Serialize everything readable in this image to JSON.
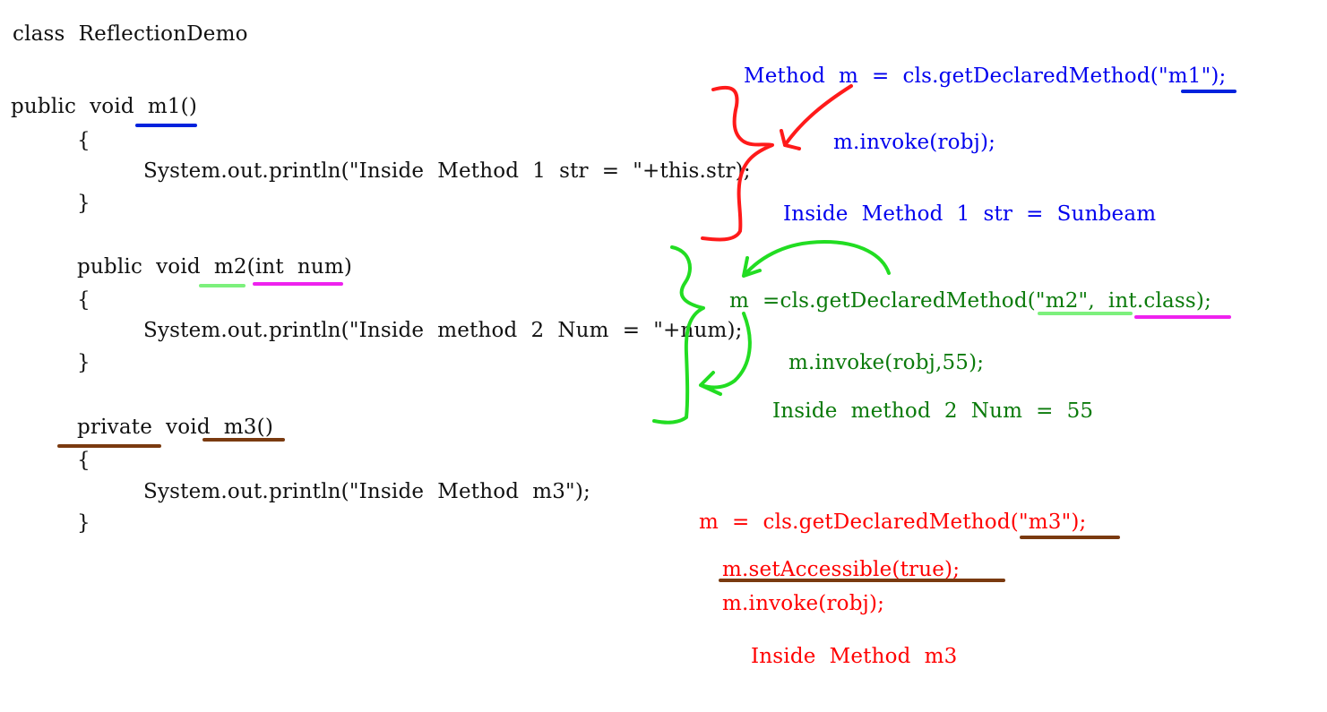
{
  "code": {
    "class_line": "class  ReflectionDemo",
    "m1": {
      "signature": "public  void  m1()",
      "open_brace": "{",
      "body": "System.out.println(\"Inside  Method  1  str  =  \"+this.str);",
      "close_brace": "}"
    },
    "m2": {
      "signature": "public  void  m2(int  num)",
      "open_brace": "{",
      "body": "System.out.println(\"Inside  method  2  Num  =  \"+num);",
      "close_brace": "}"
    },
    "m3": {
      "signature": "private  void  m3()",
      "open_brace": "{",
      "body": "System.out.println(\"Inside  Method  m3\");",
      "close_brace": "}"
    }
  },
  "notes": {
    "m1": {
      "get": "Method  m  =  cls.getDeclaredMethod(\"m1\");",
      "invoke": "m.invoke(robj);",
      "output": "Inside  Method  1  str  =  Sunbeam",
      "color": "#0000ee"
    },
    "m2": {
      "get": "m  =cls.getDeclaredMethod(\"m2\",  int.class);",
      "invoke": "m.invoke(robj,55);",
      "output": "Inside  method  2  Num  =  55",
      "color": "#0a7a0a"
    },
    "m3": {
      "get": "m  =  cls.getDeclaredMethod(\"m3\");",
      "set_accessible": "m.setAccessible(true);",
      "invoke": "m.invoke(robj);",
      "output": "Inside  Method  m3",
      "color": "#ff0000"
    }
  },
  "ink_colors": {
    "blue": "#0022dd",
    "green_light": "#7cf07c",
    "magenta": "#ee22ee",
    "brown": "#7a3a10",
    "red": "#ff1a1a",
    "green": "#22dd22"
  }
}
